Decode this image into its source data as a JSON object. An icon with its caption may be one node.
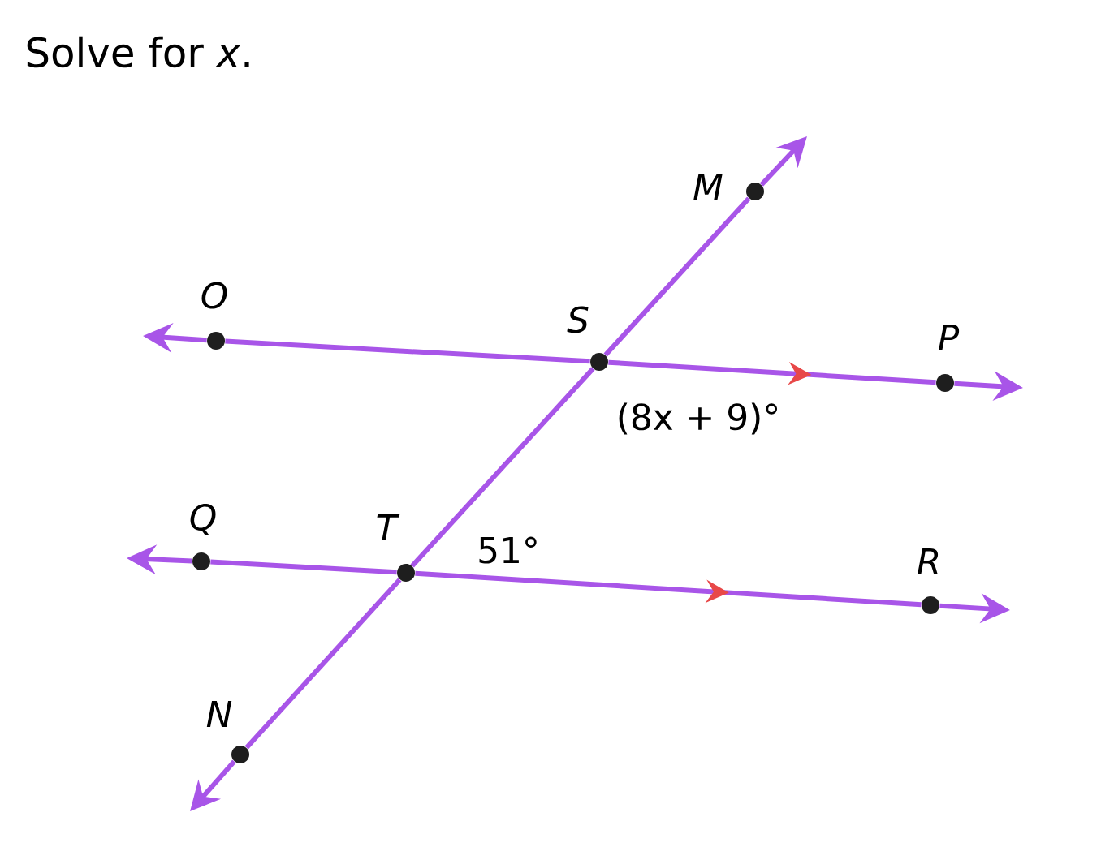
{
  "diagram": {
    "title": "Solve for *x*.",
    "nodes": [
      {
        "text": [
          "M"
        ]
      },
      {
        "text": [
          "O"
        ]
      },
      {
        "text": [
          "S"
        ]
      },
      {
        "text": [
          "P"
        ]
      },
      {
        "text": [
          "Q"
        ]
      },
      {
        "text": [
          "T"
        ]
      },
      {
        "text": [
          "R"
        ]
      },
      {
        "text": [
          "N"
        ]
      }
    ],
    "edges": [
      {
        "from": 0,
        "to": null,
        "arrow": "to"
      },
      {
        "from": 2,
        "to": 0,
        "arrow": "none"
      },
      {
        "from": 1,
        "to": null,
        "arrow": "to"
      },
      {
        "from": 1,
        "to": 2,
        "arrow": "none"
      },
      {
        "from": 2,
        "to": 3,
        "arrow": "to"
      },
      {
        "from": 3,
        "to": null,
        "arrow": "to"
      },
      {
        "from": 5,
        "to": 2,
        "arrow": "none"
      },
      {
        "from": 4,
        "to": null,
        "arrow": "to"
      },
      {
        "from": 4,
        "to": 5,
        "arrow": "none"
      },
      {
        "from": 5,
        "to": 6,
        "arrow": "to"
      },
      {
        "from": 6,
        "to": null,
        "arrow": "to"
      },
      {
        "from": 7,
        "to": 5,
        "arrow": "none"
      },
      {
        "from": 7,
        "to": null,
        "arrow": "to"
      }
    ],
    "labels": [
      "(8x + 9)°",
      "51°"
    ]
  }
}
